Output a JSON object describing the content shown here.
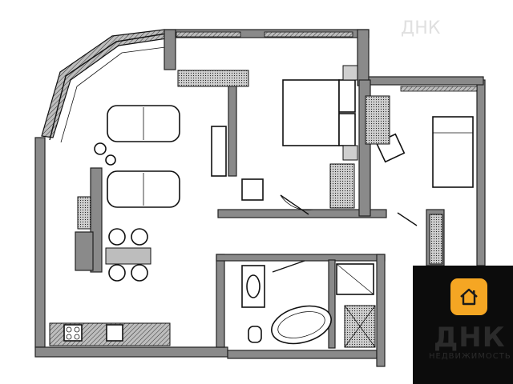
{
  "watermark": {
    "text": "ДНК"
  },
  "brand": {
    "name": "ДНК",
    "tagline": "НЕДВИЖИМОСТЬ",
    "badge_color": "#f5a623",
    "panel_color": "#0c0c0c"
  },
  "plan": {
    "wall_color": "#8a8a8a",
    "floor_color": "#ffffff"
  }
}
